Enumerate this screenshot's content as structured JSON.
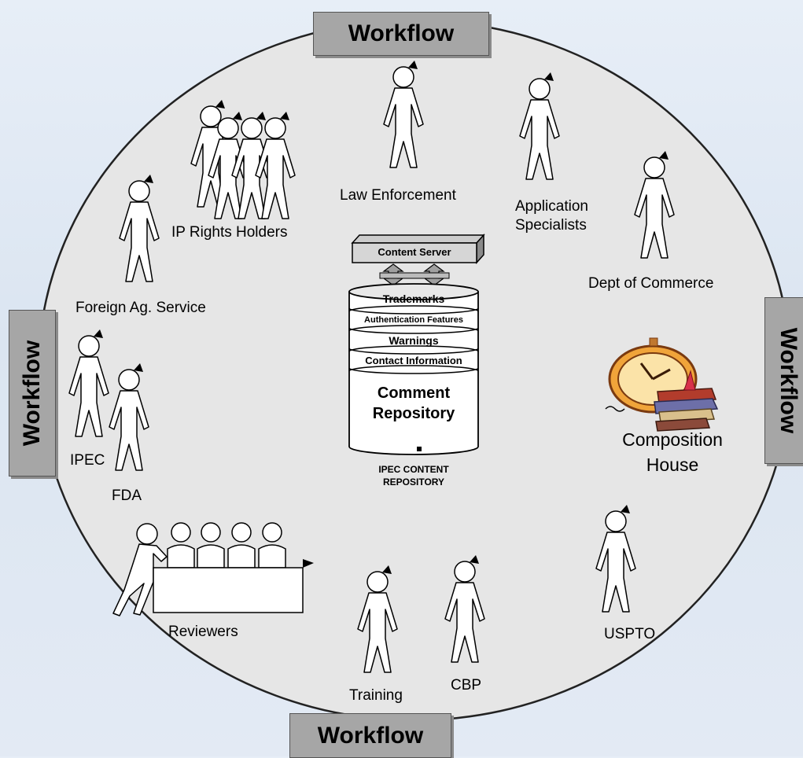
{
  "workflow": {
    "top": "Workflow",
    "bottom": "Workflow",
    "left": "Workflow",
    "right": "Workflow"
  },
  "actors": {
    "law_enforcement": "Law Enforcement",
    "application_specialists_1": "Application",
    "application_specialists_2": "Specialists",
    "ip_rights_holders": "IP Rights Holders",
    "dept_of_commerce": "Dept of Commerce",
    "foreign_ag_service": "Foreign Ag. Service",
    "ipec": "IPEC",
    "fda": "FDA",
    "reviewers": "Reviewers",
    "training": "Training",
    "cbp": "CBP",
    "uspto": "USPTO",
    "composition_house_1": "Composition",
    "composition_house_2": "House"
  },
  "repository": {
    "server": "Content Server",
    "layers": [
      "Trademarks",
      "Authentication Features",
      "Warnings",
      "Contact Information"
    ],
    "core_1": "Comment",
    "core_2": "Repository",
    "caption_1": "IPEC CONTENT",
    "caption_2": "REPOSITORY"
  },
  "colors": {
    "circle_fill": "#e6e6e6",
    "workflow_box": "#a6a6a6",
    "figure_fill": "#ffffff",
    "outline": "#000000"
  }
}
